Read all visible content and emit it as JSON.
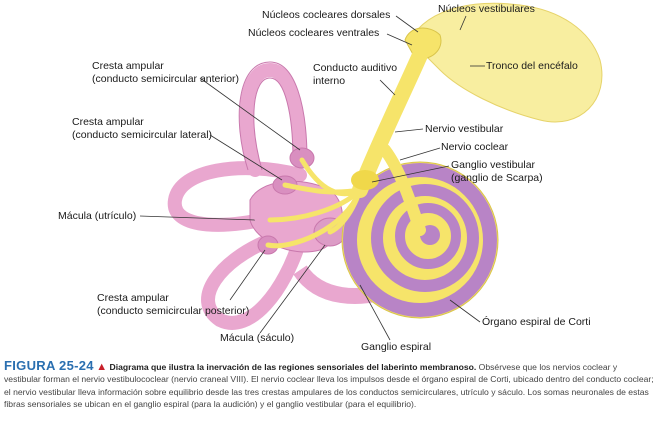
{
  "labels": {
    "nucleos_dorsales": "Núcleos cocleares dorsales",
    "nucleos_vestibulares": "Núcleos vestibulares",
    "nucleos_ventrales": "Núcleos cocleares ventrales",
    "tronco": "Tronco del encéfalo",
    "cresta_anterior_1": "Cresta ampular",
    "cresta_anterior_2": "(conducto semicircular anterior)",
    "conducto_auditivo_1": "Conducto auditivo",
    "conducto_auditivo_2": "interno",
    "cresta_lateral_1": "Cresta ampular",
    "cresta_lateral_2": "(conducto semicircular lateral)",
    "nervio_vestibular": "Nervio vestibular",
    "nervio_coclear": "Nervio coclear",
    "ganglio_vestibular_1": "Ganglio vestibular",
    "ganglio_vestibular_2": "(ganglio de Scarpa)",
    "macula_utriculo": "Mácula (utrículo)",
    "cresta_posterior_1": "Cresta ampular",
    "cresta_posterior_2": "(conducto semicircular posterior)",
    "organo_corti": "Órgano espiral de Corti",
    "macula_saculo": "Mácula (sáculo)",
    "ganglio_espiral": "Ganglio espiral"
  },
  "caption": {
    "figure": "FIGURA 25-24",
    "marker": "▲",
    "title": "Diagrama que ilustra la inervación de las regiones sensoriales del laberinto membranoso.",
    "body": "Obsérvese que los nervios coclear y vestibular forman el nervio vestibulococlear (nervio craneal VIII). El nervio coclear lleva los impulsos desde el órgano espiral de Corti, ubicado dentro del conducto coclear; el nervio vestibular lleva información sobre equilibrio desde las tres crestas ampulares de los conductos semicirculares, utrículo y sáculo. Los somas neuronales de estas fibras sensoriales se ubican en el ganglio espiral (para la audición) y el ganglio vestibular (para el equilibrio)."
  },
  "colors": {
    "membrane": "#e9a7cf",
    "membrane_dark": "#c978ad",
    "nerve": "#f6e46a",
    "cochlea": "#b884c6",
    "brainstem": "#f8eea0",
    "figure_blue": "#2a6fb0",
    "marker_red": "#c8202a"
  }
}
